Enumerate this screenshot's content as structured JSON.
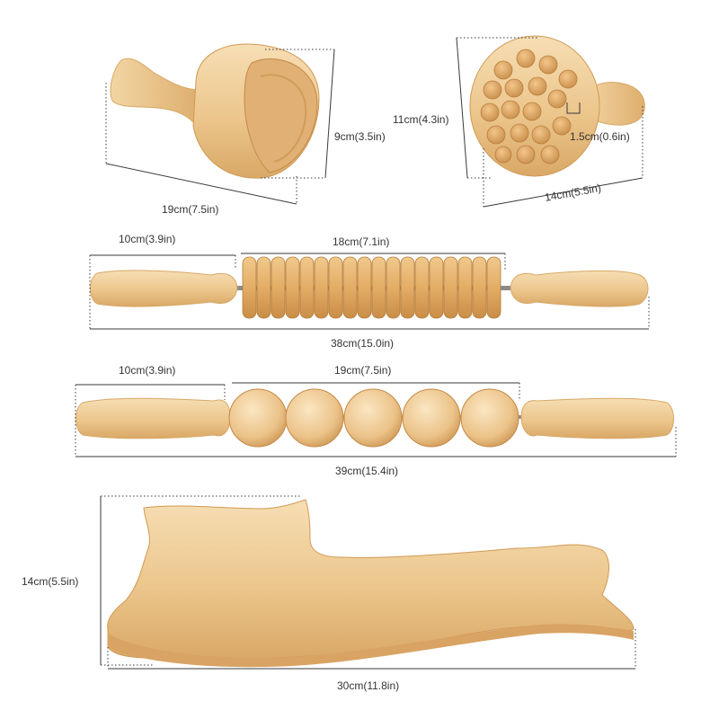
{
  "colors": {
    "wood_light": "#f3d6a8",
    "wood_mid": "#e7bb7c",
    "wood_dark": "#cf9a5a",
    "line": "#3a3a3a",
    "text": "#333333"
  },
  "tools": [
    {
      "name": "wooden-cup",
      "dims": {
        "length": "19cm(7.5in)",
        "height": "9cm(3.5in)"
      }
    },
    {
      "name": "mushroom-massager",
      "dims": {
        "width": "14cm(5.5in)",
        "height": "11cm(4.3in)",
        "knob": "1.5cm(0.6in)"
      }
    },
    {
      "name": "ring-roller",
      "dims": {
        "handle": "10cm(3.9in)",
        "rollers": "18cm(7.1in)",
        "total": "38cm(15.0in)"
      }
    },
    {
      "name": "cube-roller",
      "dims": {
        "handle": "10cm(3.9in)",
        "rollers": "19cm(7.5in)",
        "total": "39cm(15.4in)"
      }
    },
    {
      "name": "wood-board",
      "dims": {
        "height": "14cm(5.5in)",
        "length": "30cm(11.8in)"
      }
    }
  ]
}
